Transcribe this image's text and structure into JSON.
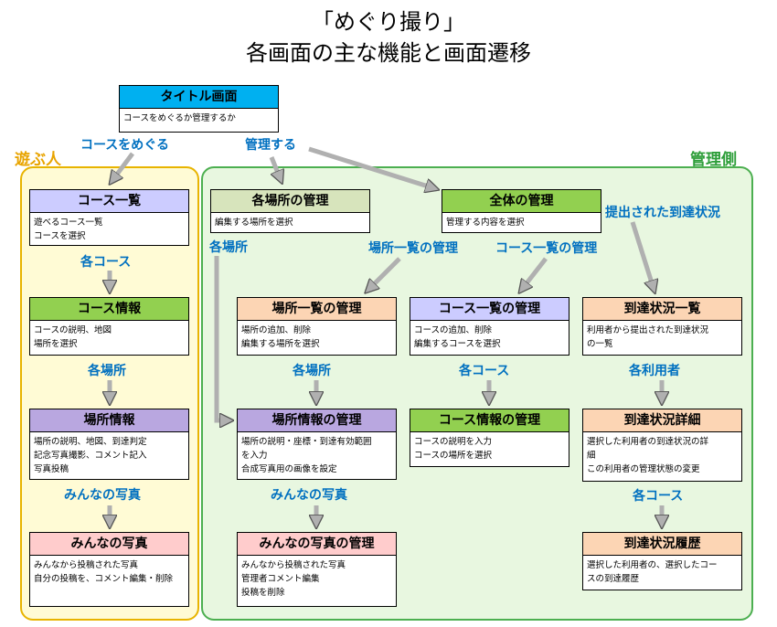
{
  "title": {
    "line1": "「めぐり撮り」",
    "line2": "各画面の主な機能と画面遷移"
  },
  "regions": {
    "play": "遊ぶ人",
    "admin": "管理側"
  },
  "colors": {
    "blue": "#00b0f0",
    "lavender": "#ccccff",
    "olive": "#d7e4bc",
    "orange": "#fcd5b4",
    "green": "#92d050",
    "pink": "#ffcccc",
    "purple": "#b9a7e0",
    "label": "#0070c0"
  },
  "boxes": {
    "title_screen": {
      "title": "タイトル画面",
      "desc": [
        "コースをめぐるか管理するか"
      ]
    },
    "course_list": {
      "title": "コース一覧",
      "desc": [
        "遊べるコース一覧",
        "コースを選択"
      ]
    },
    "course_info": {
      "title": "コース情報",
      "desc": [
        "コースの説明、地図",
        "場所を選択"
      ]
    },
    "place_info": {
      "title": "場所情報",
      "desc": [
        "場所の説明、地図、到達判定",
        "記念写真撮影、コメント記入",
        "写真投稿"
      ]
    },
    "everyone_photos": {
      "title": "みんなの写真",
      "desc": [
        "みんなから投稿された写真",
        "自分の投稿を、コメント編集・削除"
      ]
    },
    "place_manage": {
      "title": "各場所の管理",
      "desc": [
        "編集する場所を選択"
      ]
    },
    "overall_manage": {
      "title": "全体の管理",
      "desc": [
        "管理する内容を選択"
      ]
    },
    "place_list_manage": {
      "title": "場所一覧の管理",
      "desc": [
        "場所の追加、削除",
        "編集する場所を選択"
      ]
    },
    "course_list_manage": {
      "title": "コース一覧の管理",
      "desc": [
        "コースの追加、削除",
        "編集するコースを選択"
      ]
    },
    "arrival_list": {
      "title": "到達状況一覧",
      "desc": [
        "利用者から提出された到達状況",
        "の一覧"
      ]
    },
    "place_info_manage": {
      "title": "場所情報の管理",
      "desc": [
        "場所の説明・座標・到達有効範囲",
        "を入力",
        "合成写真用の画像を設定"
      ]
    },
    "course_info_manage": {
      "title": "コース情報の管理",
      "desc": [
        "コースの説明を入力",
        "コースの場所を選択"
      ]
    },
    "arrival_detail": {
      "title": "到達状況詳細",
      "desc": [
        "選択した利用者の到達状況の詳",
        "細",
        "この利用者の管理状態の変更"
      ]
    },
    "photos_manage": {
      "title": "みんなの写真の管理",
      "desc": [
        "みんなから投稿された写真",
        "管理者コメント編集",
        "投稿を削除"
      ]
    },
    "arrival_history": {
      "title": "到達状況履歴",
      "desc": [
        "選択した利用者の、選択したコー",
        "スの到達履歴"
      ]
    }
  },
  "labels": {
    "tour_courses": "コースをめぐる",
    "manage": "管理する",
    "each_course_1": "各コース",
    "each_place_1": "各場所",
    "everyone_photos_1": "みんなの写真",
    "each_place_side": "各場所",
    "place_list_manage": "場所一覧の管理",
    "course_list_manage": "コース一覧の管理",
    "submitted_arrival": "提出された到達状況",
    "each_place_2": "各場所",
    "each_course_2": "各コース",
    "each_user": "各利用者",
    "everyone_photos_2": "みんなの写真",
    "each_course_3": "各コース"
  }
}
